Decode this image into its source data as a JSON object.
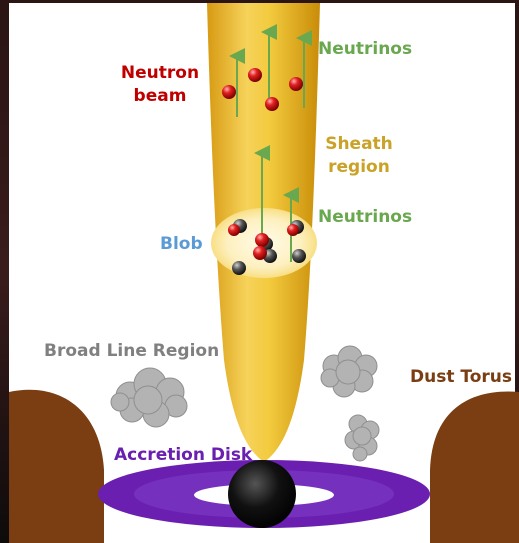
{
  "labels": {
    "neutron_beam": "Neutron\nbeam",
    "neutrinos_top": "Neutrinos",
    "sheath_region": "Sheath\nregion",
    "neutrinos_mid": "Neutrinos",
    "blob": "Blob",
    "broad_line_region": "Broad Line Region",
    "dust_torus": "Dust Torus",
    "accretion_disk": "Accretion Disk"
  },
  "colors": {
    "neutron": "#c00000",
    "neutrinos": "#6aa84f",
    "sheath": "#c9a227",
    "blob": "#5b9bd5",
    "blr": "#808080",
    "dust": "#7a3e12",
    "accretion": "#6a1fb0",
    "jet": "#f2c22e"
  }
}
